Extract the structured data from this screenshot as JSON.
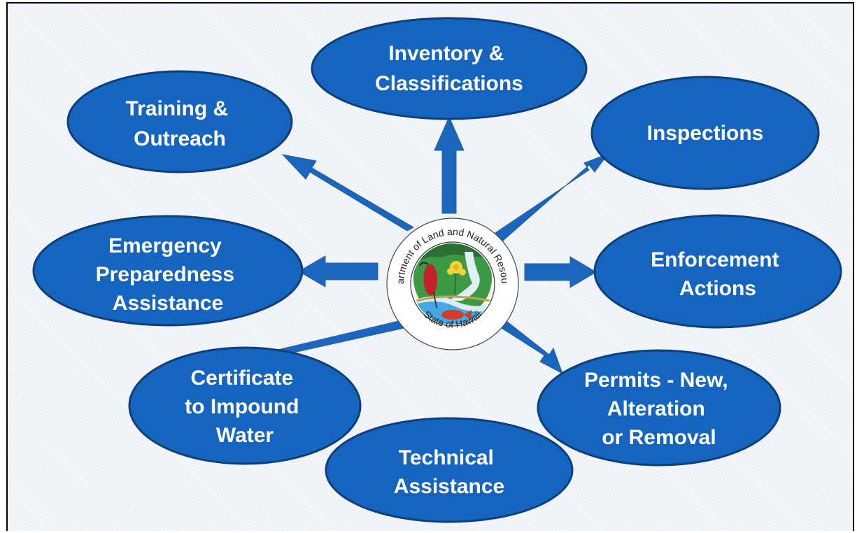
{
  "diagram": {
    "colors": {
      "node_fill": "#1565c0",
      "node_stroke": "#0e3f78",
      "arrow_fill": "#1a66bf",
      "label": "#ffffff"
    },
    "center": {
      "icon": "dlnr-seal-icon",
      "top_text": "Department of Land and Natural Resources",
      "bottom_text": "State of Hawaii"
    },
    "nodes": [
      {
        "id": "inventory",
        "lines": [
          "Inventory &",
          "Classifications"
        ]
      },
      {
        "id": "training",
        "lines": [
          "Training &",
          "Outreach"
        ]
      },
      {
        "id": "inspections",
        "lines": [
          "Inspections"
        ]
      },
      {
        "id": "emergency",
        "lines": [
          "Emergency",
          "Preparedness",
          "Assistance"
        ]
      },
      {
        "id": "enforcement",
        "lines": [
          "Enforcement",
          "Actions"
        ]
      },
      {
        "id": "certificate",
        "lines": [
          "Certificate",
          "to Impound",
          "Water"
        ]
      },
      {
        "id": "permits",
        "lines": [
          "Permits - New,",
          "Alteration",
          "or Removal"
        ]
      },
      {
        "id": "technical",
        "lines": [
          "Technical",
          "Assistance"
        ]
      }
    ]
  }
}
